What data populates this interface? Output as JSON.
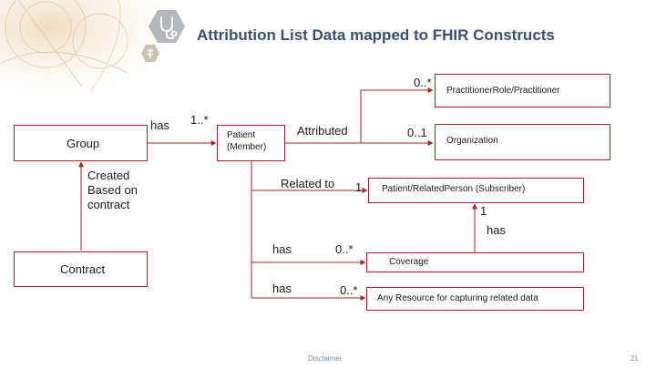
{
  "title": "Attribution List Data mapped to FHIR Constructs",
  "colors": {
    "accent": "#a0262b",
    "title": "#3d4f6b",
    "icon_bg": "#b5b8bb",
    "footer": "#7f8aa3"
  },
  "icons": {
    "main": "stethoscope-icon",
    "secondary": "medical-symbol-icon"
  },
  "boxes": {
    "group": "Group",
    "contract": "Contract",
    "patient": [
      "Patient",
      "(Member)"
    ],
    "practitioner": "PractitionerRole/Practitioner",
    "organization": "Organization",
    "subscriber": "Patient/RelatedPerson (Subscriber)",
    "coverage": "Coverage",
    "any_resource": "Any Resource for capturing related data"
  },
  "relations": {
    "has_group": "has",
    "group_card": "1..*",
    "created_based_on": [
      "Created",
      "Based on",
      "contract"
    ],
    "attributed": "Attributed",
    "practitioner_card": "0..*",
    "organization_card": "0..1",
    "related_to": "Related to",
    "subscriber_card": "1",
    "coverage_has_card": "1",
    "coverage_has": "has",
    "has_coverage": "has",
    "coverage_card": "0..*",
    "has_resource": "has",
    "resource_card": "0..*"
  },
  "footer": {
    "disclaimer": "Disclaimer",
    "page_number": "21"
  }
}
